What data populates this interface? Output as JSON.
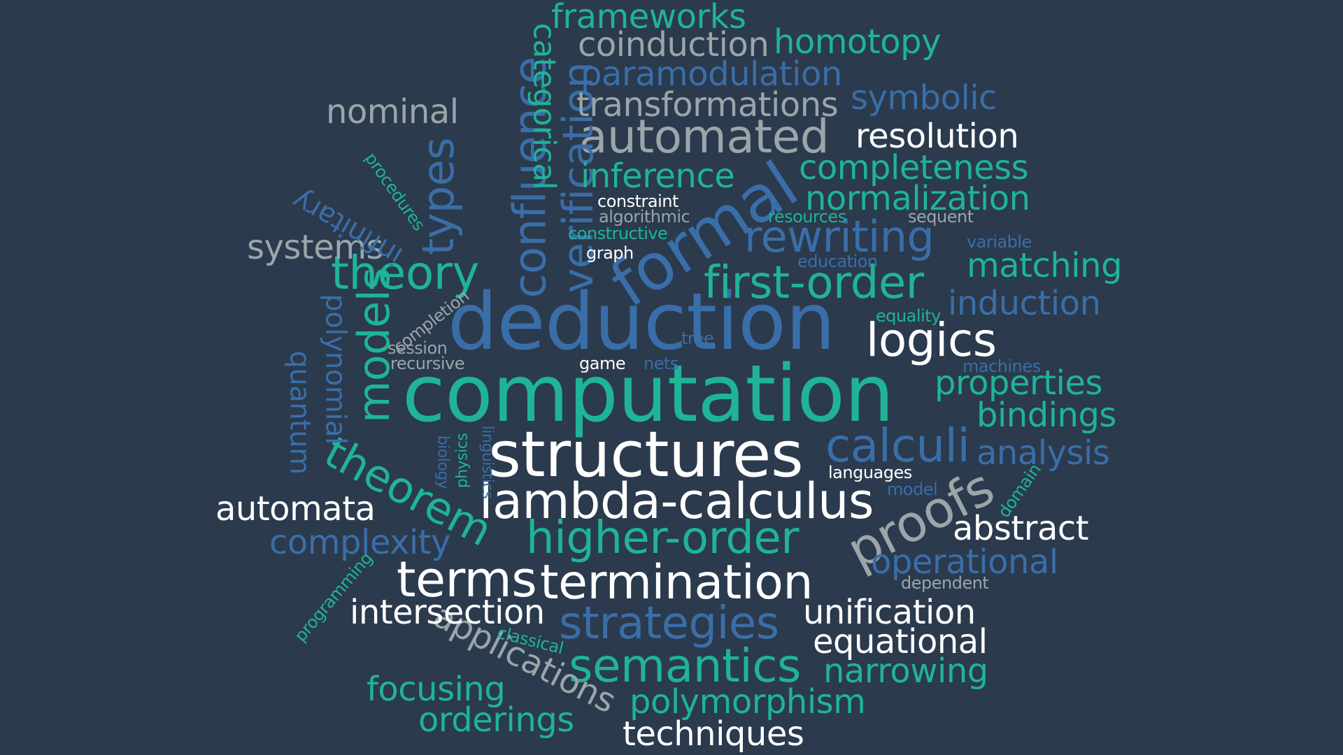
{
  "palette": {
    "background": "#2b3a4d",
    "teal": "#1fb496",
    "blue": "#3a6ea8",
    "gray": "#9aa6a8",
    "white": "#ffffff"
  },
  "words": [
    {
      "text": "deduction",
      "color": "blue"
    },
    {
      "text": "computation",
      "color": "teal"
    },
    {
      "text": "structures",
      "color": "white"
    },
    {
      "text": "lambda-calculus",
      "color": "white"
    },
    {
      "text": "higher-order",
      "color": "teal"
    },
    {
      "text": "termination",
      "color": "white"
    },
    {
      "text": "terms",
      "color": "white"
    },
    {
      "text": "strategies",
      "color": "blue"
    },
    {
      "text": "semantics",
      "color": "teal"
    },
    {
      "text": "logics",
      "color": "white"
    },
    {
      "text": "first-order",
      "color": "teal"
    },
    {
      "text": "rewriting",
      "color": "blue"
    },
    {
      "text": "formal",
      "color": "blue"
    },
    {
      "text": "automated",
      "color": "gray"
    },
    {
      "text": "calculi",
      "color": "blue"
    },
    {
      "text": "proofs",
      "color": "gray"
    },
    {
      "text": "theory",
      "color": "teal"
    },
    {
      "text": "theorem",
      "color": "teal"
    },
    {
      "text": "models",
      "color": "teal"
    },
    {
      "text": "types",
      "color": "blue"
    },
    {
      "text": "confluence",
      "color": "blue"
    },
    {
      "text": "verification",
      "color": "blue"
    },
    {
      "text": "categorical",
      "color": "teal"
    },
    {
      "text": "frameworks",
      "color": "teal"
    },
    {
      "text": "coinduction",
      "color": "gray"
    },
    {
      "text": "homotopy",
      "color": "teal"
    },
    {
      "text": "paramodulation",
      "color": "blue"
    },
    {
      "text": "transformations",
      "color": "gray"
    },
    {
      "text": "symbolic",
      "color": "blue"
    },
    {
      "text": "nominal",
      "color": "gray"
    },
    {
      "text": "resolution",
      "color": "white"
    },
    {
      "text": "completeness",
      "color": "teal"
    },
    {
      "text": "inference",
      "color": "teal"
    },
    {
      "text": "normalization",
      "color": "teal"
    },
    {
      "text": "constraint",
      "color": "white"
    },
    {
      "text": "algorithmic",
      "color": "gray"
    },
    {
      "text": "constructive",
      "color": "teal"
    },
    {
      "text": "resources",
      "color": "teal"
    },
    {
      "text": "sequent",
      "color": "gray"
    },
    {
      "text": "graph",
      "color": "white"
    },
    {
      "text": "variable",
      "color": "blue"
    },
    {
      "text": "education",
      "color": "blue"
    },
    {
      "text": "matching",
      "color": "teal"
    },
    {
      "text": "induction",
      "color": "blue"
    },
    {
      "text": "equality",
      "color": "teal"
    },
    {
      "text": "tree",
      "color": "blue"
    },
    {
      "text": "game",
      "color": "white"
    },
    {
      "text": "nets",
      "color": "blue"
    },
    {
      "text": "machines",
      "color": "blue"
    },
    {
      "text": "properties",
      "color": "teal"
    },
    {
      "text": "bindings",
      "color": "teal"
    },
    {
      "text": "analysis",
      "color": "blue"
    },
    {
      "text": "languages",
      "color": "white"
    },
    {
      "text": "model",
      "color": "blue"
    },
    {
      "text": "domain",
      "color": "teal"
    },
    {
      "text": "abstract",
      "color": "white"
    },
    {
      "text": "operational",
      "color": "blue"
    },
    {
      "text": "dependent",
      "color": "gray"
    },
    {
      "text": "unification",
      "color": "white"
    },
    {
      "text": "equational",
      "color": "white"
    },
    {
      "text": "narrowing",
      "color": "teal"
    },
    {
      "text": "polymorphism",
      "color": "teal"
    },
    {
      "text": "techniques",
      "color": "white"
    },
    {
      "text": "orderings",
      "color": "teal"
    },
    {
      "text": "focusing",
      "color": "teal"
    },
    {
      "text": "applications",
      "color": "gray"
    },
    {
      "text": "classical",
      "color": "teal"
    },
    {
      "text": "intersection",
      "color": "white"
    },
    {
      "text": "programming",
      "color": "teal"
    },
    {
      "text": "complexity",
      "color": "blue"
    },
    {
      "text": "automata",
      "color": "white"
    },
    {
      "text": "systems",
      "color": "gray"
    },
    {
      "text": "infinitary",
      "color": "blue"
    },
    {
      "text": "procedures",
      "color": "teal"
    },
    {
      "text": "polynomial",
      "color": "blue"
    },
    {
      "text": "quantum",
      "color": "blue"
    },
    {
      "text": "completion",
      "color": "gray"
    },
    {
      "text": "session",
      "color": "gray"
    },
    {
      "text": "recursive",
      "color": "gray"
    },
    {
      "text": "biology",
      "color": "blue"
    },
    {
      "text": "physics",
      "color": "teal"
    },
    {
      "text": "linguistics",
      "color": "blue"
    }
  ]
}
